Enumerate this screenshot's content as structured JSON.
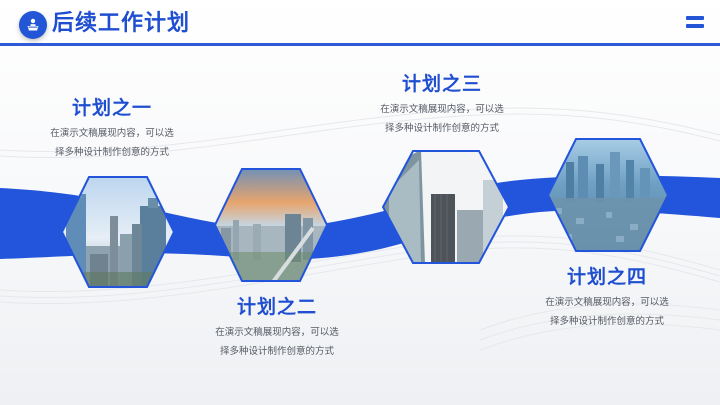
{
  "header": {
    "title": "后续工作计划",
    "icon": "presenter-icon",
    "menu_icon": "menu-icon"
  },
  "colors": {
    "accent": "#1f4fd0",
    "ribbon": "#2254dc",
    "text_muted": "#555a63",
    "background": "#f6f7f9"
  },
  "plans": [
    {
      "title": "计划之一",
      "desc_line1": "在演示文稿展现内容，可以选",
      "desc_line2": "择多种设计制作创意的方式",
      "image": "city-skyscrapers-daylight"
    },
    {
      "title": "计划之二",
      "desc_line1": "在演示文稿展现内容，可以选",
      "desc_line2": "择多种设计制作创意的方式",
      "image": "city-skyline-sunset"
    },
    {
      "title": "计划之三",
      "desc_line1": "在演示文稿展现内容，可以选",
      "desc_line2": "择多种设计制作创意的方式",
      "image": "glass-towers-looking-up"
    },
    {
      "title": "计划之四",
      "desc_line1": "在演示文稿展现内容，可以选",
      "desc_line2": "择多种设计制作创意的方式",
      "image": "aerial-city-blue-tone"
    }
  ]
}
